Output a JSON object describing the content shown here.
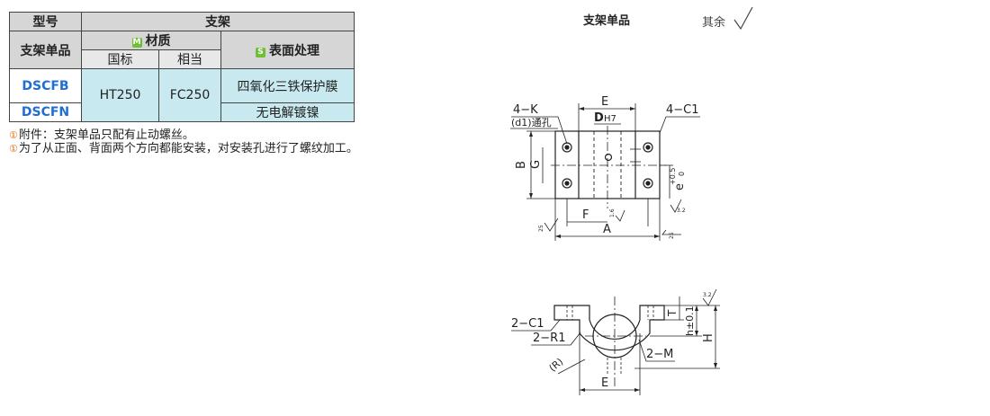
{
  "table": {
    "h_model": "型号",
    "h_bracket": "支架",
    "h_single": "支架单品",
    "h_material_tag": "M",
    "h_material": "材质",
    "h_surface_tag": "S",
    "h_surface": "表面处理",
    "h_national": "国标",
    "h_equiv": "相当",
    "rows": [
      {
        "code": "DSCFB",
        "national": "HT250",
        "equiv": "FC250",
        "surface": "四氧化三铁保护膜"
      },
      {
        "code": "DSCFN",
        "surface": "无电解镀镍"
      }
    ]
  },
  "notes": [
    {
      "mark": "①",
      "text": "附件：支架单品只配有止动螺丝。"
    },
    {
      "mark": "①",
      "text": "为了从正面、背面两个方向都能安装，对安装孔进行了螺纹加工。"
    }
  ],
  "drawing": {
    "title": "支架单品",
    "roughness_rest": "其余",
    "top_view": {
      "lbl_4k": "4−K",
      "lbl_d1": "(d1)通孔",
      "lbl_e": "E",
      "lbl_dh7_d": "D",
      "lbl_dh7_tol": "H7",
      "lbl_4c1": "4−C1",
      "lbl_b": "B",
      "lbl_g": "G",
      "lbl_f": "F",
      "lbl_a": "A",
      "lbl_e_small": "e",
      "lbl_tol_plus": "+0.5",
      "lbl_tol_zero": "0",
      "lbl_r16": "1.6",
      "lbl_r32": "3.2",
      "lbl_r25": "25"
    },
    "front_view": {
      "lbl_2c1": "2−C1",
      "lbl_2r1": "2−R1",
      "lbl_r": "(R)",
      "lbl_2m": "2−M",
      "lbl_e": "E",
      "lbl_t": "T",
      "lbl_h": "h±0.1",
      "lbl_hh": "H",
      "lbl_r32": "3.2"
    }
  }
}
